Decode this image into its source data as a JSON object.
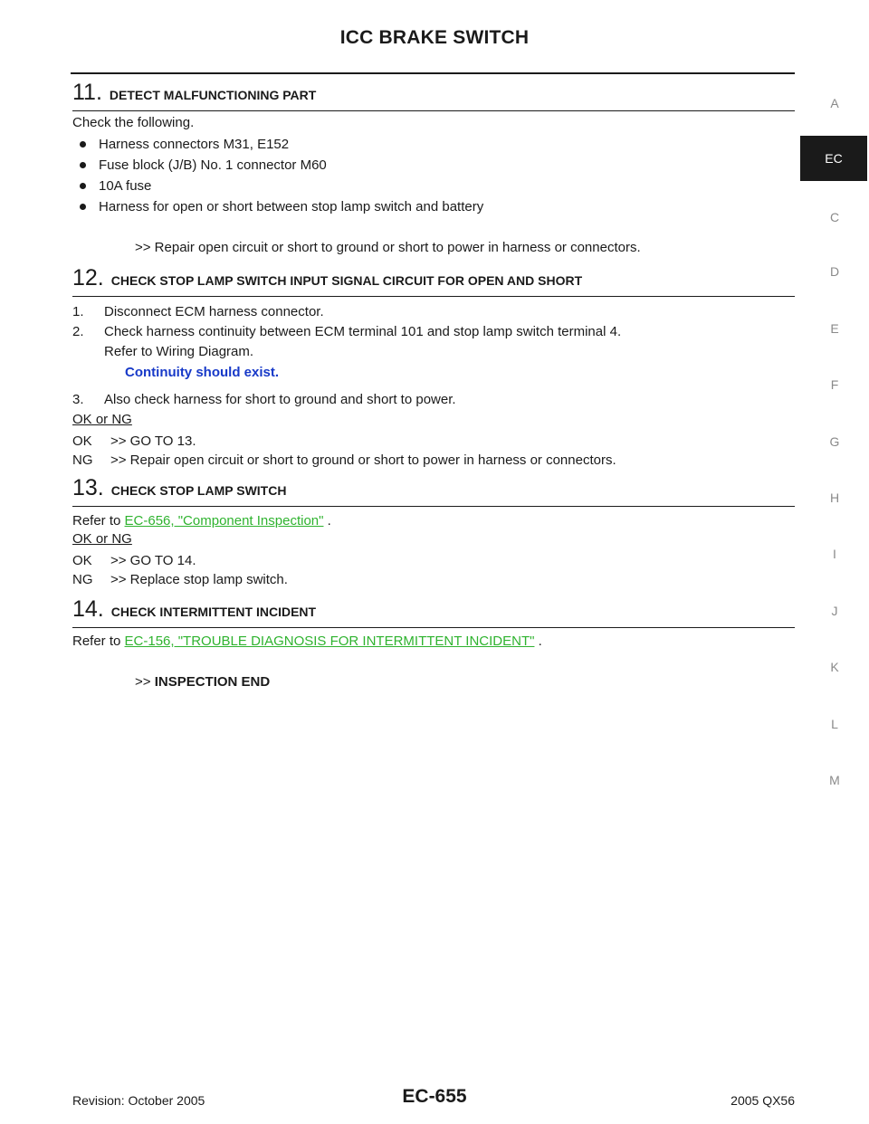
{
  "header": {
    "title": "ICC BRAKE SWITCH"
  },
  "step11": {
    "num": "11.",
    "title": "DETECT MALFUNCTIONING PART",
    "intro": "Check the following.",
    "bullets": [
      "Harness connectors M31, E152",
      "Fuse block (J/B) No. 1 connector M60",
      "10A fuse",
      "Harness for open or short between stop lamp switch and battery"
    ],
    "result": ">> Repair open circuit or short to ground or short to power in harness or connectors."
  },
  "step12": {
    "num": "12.",
    "title": "CHECK STOP LAMP SWITCH INPUT SIGNAL CIRCUIT FOR OPEN AND SHORT",
    "items": [
      {
        "n": "1.",
        "text": "Disconnect ECM harness connector."
      },
      {
        "n": "2.",
        "text": "Check harness continuity between ECM terminal 101 and stop lamp switch terminal 4.",
        "text2": "Refer to Wiring Diagram."
      },
      {
        "n": "3.",
        "text": "Also check harness for short to ground and short to power."
      }
    ],
    "spec": "Continuity should exist.",
    "okng": "OK or NG",
    "ok_key": "OK",
    "ok_val": ">> GO TO 13.",
    "ng_key": "NG",
    "ng_val": ">> Repair open circuit or short to ground or short to power in harness or connectors."
  },
  "step13": {
    "num": "13.",
    "title": "CHECK STOP LAMP SWITCH",
    "refer_prefix": "Refer to",
    "link": "EC-656, \"Component Inspection\"",
    "refer_suffix": ".",
    "okng": "OK or NG",
    "ok_key": "OK",
    "ok_val": ">> GO TO 14.",
    "ng_key": "NG",
    "ng_val": ">> Replace stop lamp switch."
  },
  "step14": {
    "num": "14.",
    "title": "CHECK INTERMITTENT INCIDENT",
    "refer_prefix": "Refer to",
    "link": "EC-156, \"TROUBLE DIAGNOSIS FOR INTERMITTENT INCIDENT\"",
    "refer_suffix": ".",
    "end_arrow": ">>",
    "end_text": "INSPECTION END"
  },
  "side_tabs": [
    "A",
    "EC",
    "C",
    "D",
    "E",
    "F",
    "G",
    "H",
    "I",
    "J",
    "K",
    "L",
    "M"
  ],
  "footer": {
    "revision": "Revision: October 2005",
    "page": "EC-655",
    "model": "2005 QX56"
  },
  "colors": {
    "link": "#2fb32f",
    "spec": "#1739c8",
    "active_tab_bg": "#1a1a1a"
  }
}
